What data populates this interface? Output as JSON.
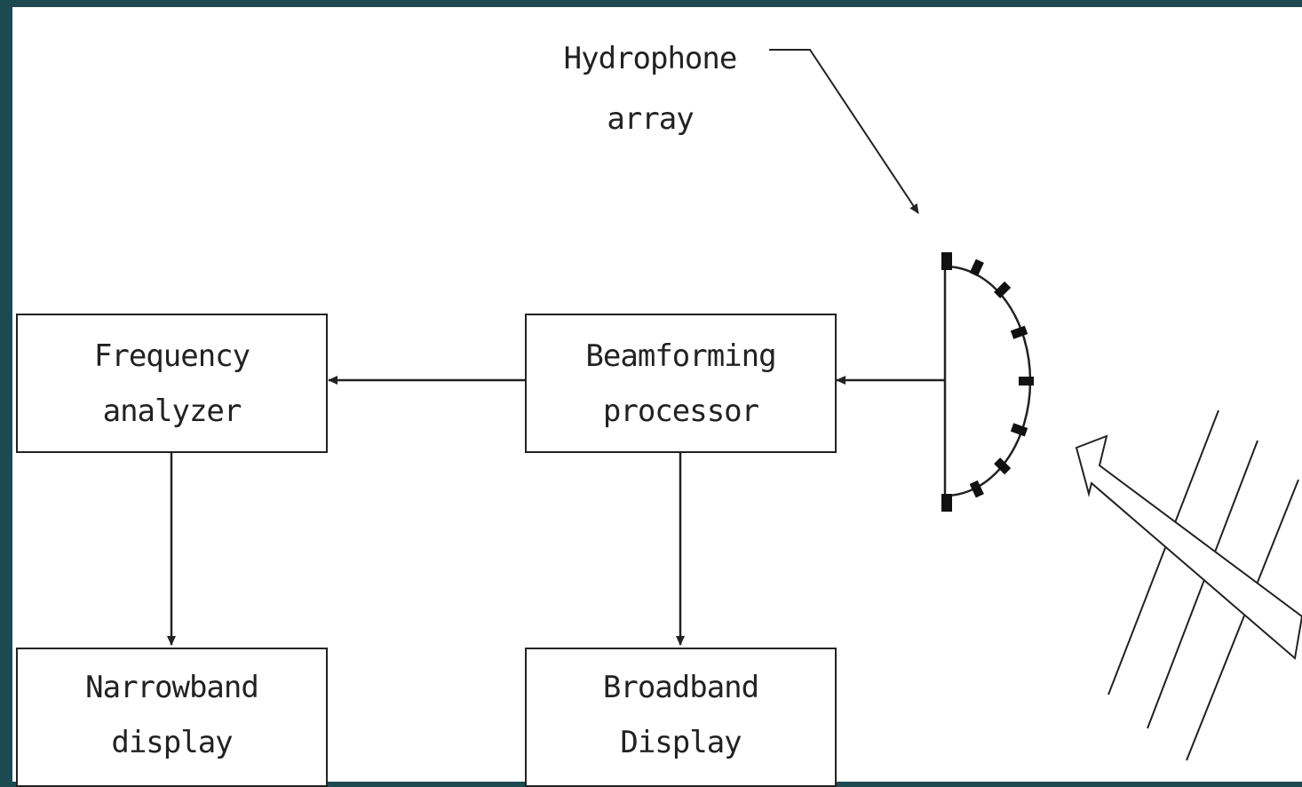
{
  "blocks": {
    "frequency_analyzer": {
      "line1": "Frequency",
      "line2": "analyzer"
    },
    "beamforming_processor": {
      "line1": "Beamforming",
      "line2": "processor"
    },
    "narrowband_display": {
      "line1": "Narrowband",
      "line2": "display"
    },
    "broadband_display": {
      "line1": "Broadband",
      "line2": "Display"
    }
  },
  "annotations": {
    "hydrophone_line1": "Hydrophone",
    "hydrophone_line2": "array"
  },
  "colors": {
    "border_frame": "#1d4a50",
    "line": "#222222",
    "background": "#ffffff"
  }
}
